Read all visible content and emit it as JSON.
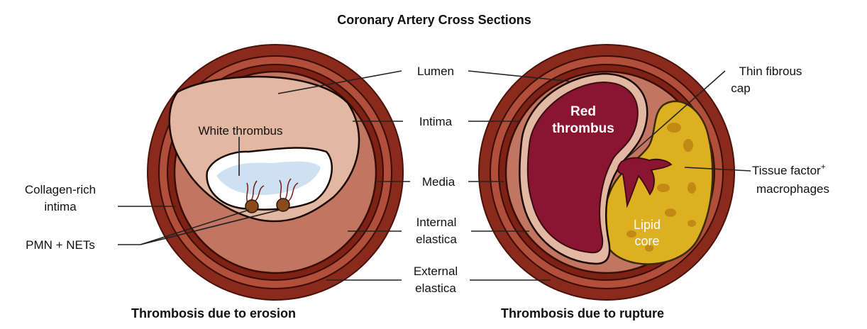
{
  "title": "Coronary Artery Cross Sections",
  "left_panel": {
    "caption": "Thrombosis due to erosion",
    "labels": {
      "white_thrombus": "White thrombus",
      "collagen_line1": "Collagen-rich",
      "collagen_line2": "intima",
      "pmn_nets": "PMN + NETs"
    }
  },
  "right_panel": {
    "caption": "Thrombosis due to rupture",
    "labels": {
      "red_thrombus_line1": "Red",
      "red_thrombus_line2": "thrombus",
      "lipid_line1": "Lipid",
      "lipid_line2": "core",
      "thin_cap_line1": "Thin fibrous",
      "thin_cap_line2": "cap",
      "tissue_factor_line1": "Tissue factor",
      "tissue_factor_sup": "+",
      "tissue_factor_line2": "macrophages"
    }
  },
  "center_labels": {
    "lumen": "Lumen",
    "intima": "Intima",
    "media": "Media",
    "internal_elastica_line1": "Internal",
    "internal_elastica_line2": "elastica",
    "external_elastica_line1": "External",
    "external_elastica_line2": "elastica"
  },
  "colors": {
    "adventitia": "#8a2a1c",
    "outer_rim": "#a44a37",
    "media_band": "#7e2216",
    "intima_tissue": "#c27560",
    "lumen": "#e2b8a3",
    "white_thrombus": "#ffffff",
    "thrombus_blue": "#c5dcf0",
    "red_thrombus": "#8a1530",
    "lipid_core": "#dcb020",
    "pmn_cell": "#8a4a1c"
  }
}
